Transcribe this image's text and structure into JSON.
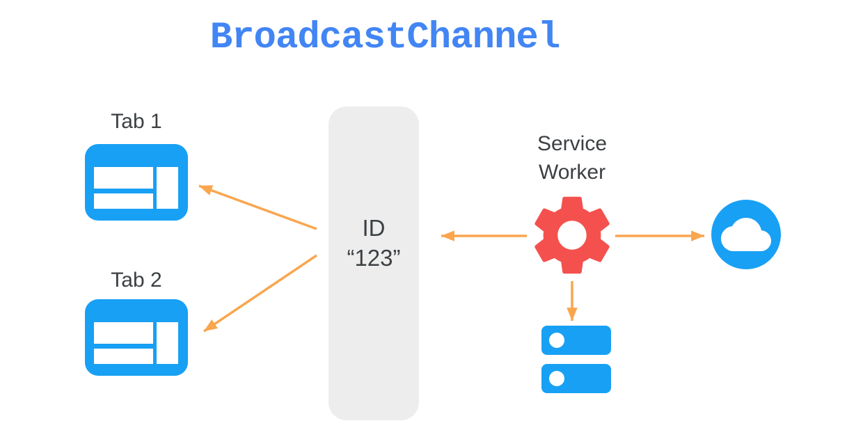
{
  "title": "BroadcastChannel",
  "colors": {
    "title_blue": "#4285F4",
    "icon_blue": "#18A0F4",
    "gear_red": "#F4514E",
    "arrow_orange": "#F9A64F",
    "channel_gray": "#EDEDED",
    "text_dark": "#3C4043",
    "background": "#FFFFFF"
  },
  "tabs": [
    {
      "label": "Tab 1"
    },
    {
      "label": "Tab 2"
    }
  ],
  "channel": {
    "id_label": "ID",
    "id_value": "“123”"
  },
  "service_worker": {
    "line1": "Service",
    "line2": "Worker"
  },
  "icons": {
    "tab": "browser-window-icon",
    "service_worker": "gear-icon",
    "cloud": "cloud-icon",
    "storage": "storage-disks-icon"
  },
  "connections": [
    {
      "from": "channel-box",
      "to": "tab-1"
    },
    {
      "from": "channel-box",
      "to": "tab-2"
    },
    {
      "from": "service-worker",
      "to": "channel-box"
    },
    {
      "from": "service-worker",
      "to": "cloud"
    },
    {
      "from": "service-worker",
      "to": "storage"
    }
  ]
}
